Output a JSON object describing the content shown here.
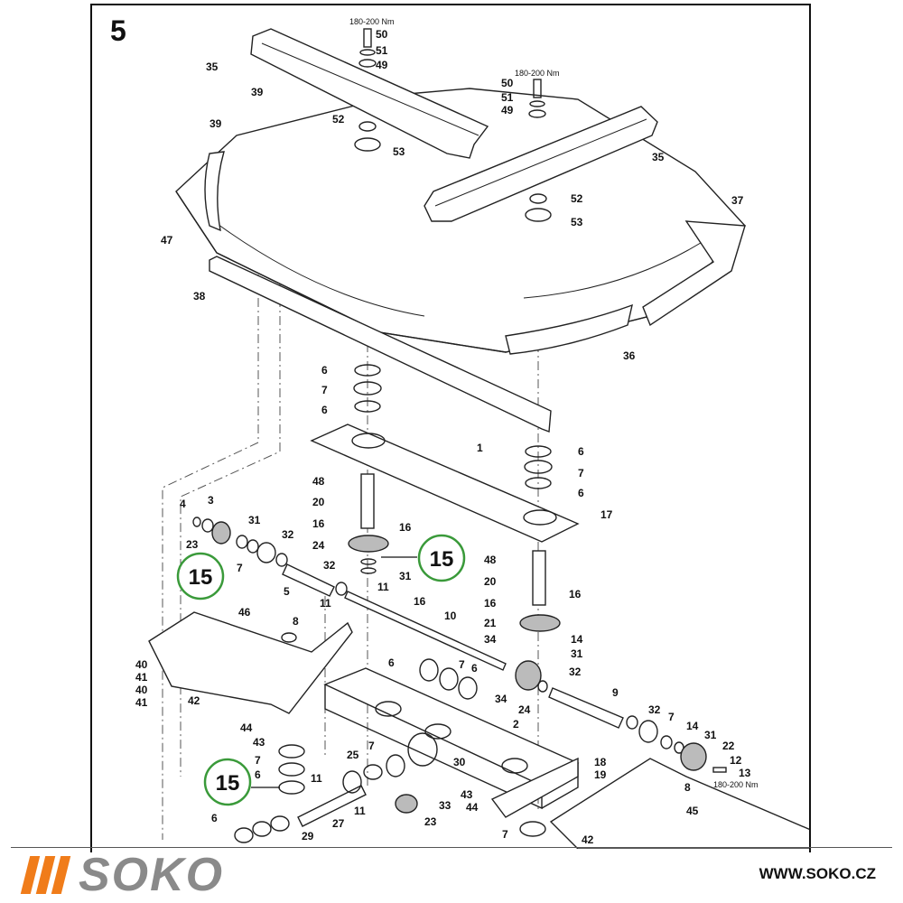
{
  "page": {
    "number": "5"
  },
  "torque_labels": [
    "180-200 Nm",
    "180-200 Nm",
    "180-200 Nm"
  ],
  "callouts": [
    "15",
    "15",
    "15"
  ],
  "part_labels": {
    "a": [
      "50",
      "51",
      "49",
      "35",
      "39",
      "52",
      "53",
      "39"
    ],
    "b": [
      "50",
      "51",
      "49",
      "35",
      "52",
      "53",
      "37",
      "47",
      "38",
      "36"
    ],
    "c": [
      "6",
      "7",
      "6",
      "1",
      "6",
      "7",
      "6",
      "48",
      "20",
      "16",
      "16",
      "17",
      "24",
      "31"
    ],
    "d": [
      "4",
      "3",
      "23",
      "31",
      "32",
      "7",
      "32",
      "5",
      "11",
      "11",
      "48",
      "20",
      "16",
      "16",
      "21",
      "14",
      "31"
    ],
    "e": [
      "46",
      "8",
      "10",
      "16",
      "34",
      "40",
      "41",
      "40",
      "41",
      "42",
      "6",
      "7",
      "6",
      "24",
      "34",
      "32",
      "9"
    ],
    "f": [
      "44",
      "43",
      "7",
      "6",
      "25",
      "7",
      "11",
      "30",
      "2",
      "32",
      "7",
      "14",
      "31",
      "22",
      "12",
      "13",
      "18",
      "19"
    ],
    "g": [
      "27",
      "11",
      "43",
      "44",
      "33",
      "23",
      "8",
      "45",
      "6",
      "29",
      "7",
      "42"
    ]
  },
  "brand": {
    "name": "SOKO",
    "website": "WWW.SOKO.CZ",
    "accent": "#f07c1a",
    "text_gray": "#8a8a8a"
  },
  "icons": {
    "logo_mark": "three-slanted-bars-logo"
  }
}
